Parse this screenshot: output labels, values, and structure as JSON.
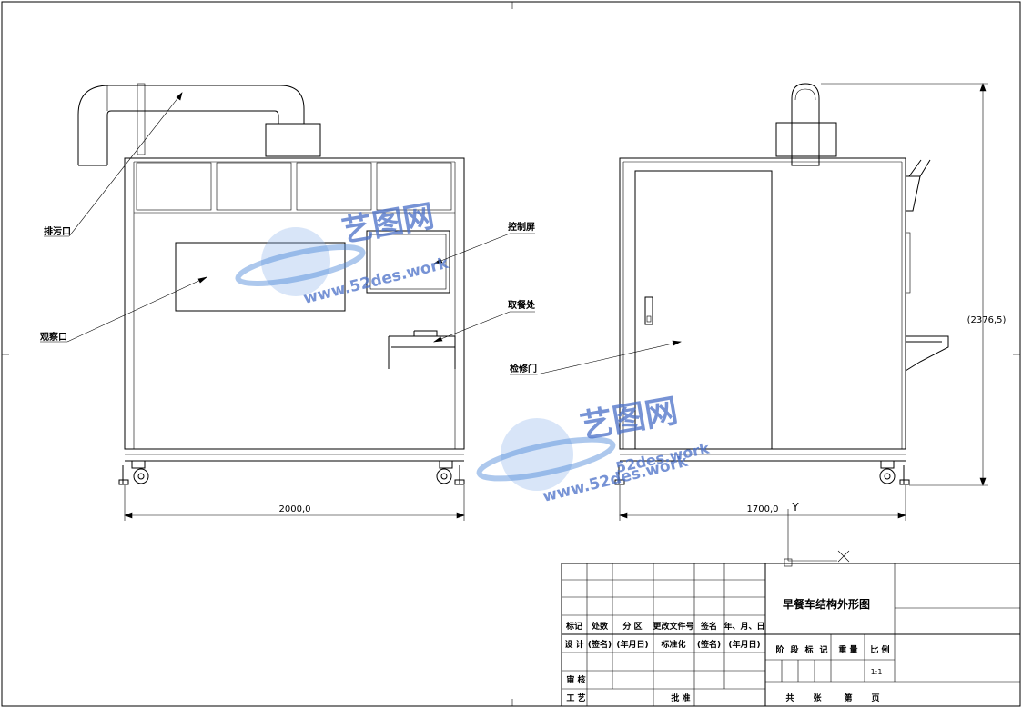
{
  "labels": {
    "drain_port": "排污口",
    "viewing_window": "观察口",
    "control_screen": "控制屏",
    "pickup_point": "取餐处",
    "service_door": "检修门"
  },
  "dimensions": {
    "front_width": "2000,0",
    "side_width": "1700,0",
    "height": "(2376,5)"
  },
  "axes": {
    "y": "Y",
    "x": "X"
  },
  "title_block": {
    "title": "早餐车结构外形图",
    "header": {
      "mark": "标记",
      "count": "处数",
      "zone": "分 区",
      "change_doc": "更改文件号",
      "signature": "签名",
      "date": "年、月、日"
    },
    "design_row": {
      "design": "设 计",
      "sign1": "(签名)",
      "date1": "(年月日)",
      "standardize": "标准化",
      "sign2": "(签名)",
      "date2": "(年月日)"
    },
    "stage": {
      "c1": "阶",
      "c2": "段",
      "c3": "标",
      "c4": "记"
    },
    "weight": "重 量",
    "scale_label": "比 例",
    "scale_value": "1:1",
    "review": "审 核",
    "process": "工 艺",
    "approve": "批 准",
    "sheets": {
      "total": "共",
      "unit1": "张",
      "nth": "第",
      "unit2": "页"
    }
  },
  "watermark": {
    "brand": "艺图网",
    "site1": "52des.work",
    "site2": "www.52des.work"
  }
}
